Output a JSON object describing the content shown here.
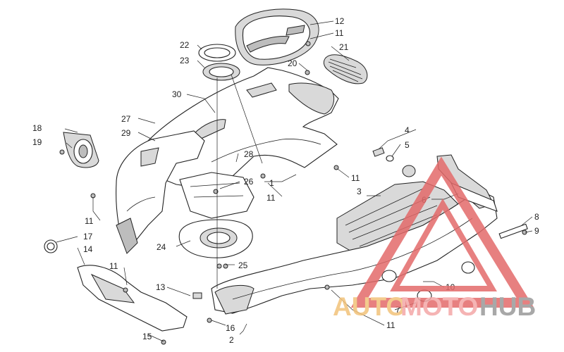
{
  "callouts": [
    {
      "id": "c1",
      "label": "1"
    },
    {
      "id": "c2",
      "label": "2"
    },
    {
      "id": "c3",
      "label": "3"
    },
    {
      "id": "c4",
      "label": "4"
    },
    {
      "id": "c5",
      "label": "5"
    },
    {
      "id": "c6",
      "label": "6"
    },
    {
      "id": "c7",
      "label": "7"
    },
    {
      "id": "c8",
      "label": "8"
    },
    {
      "id": "c9",
      "label": "9"
    },
    {
      "id": "c10",
      "label": "10"
    },
    {
      "id": "c11a",
      "label": "11"
    },
    {
      "id": "c11b",
      "label": "11"
    },
    {
      "id": "c11c",
      "label": "11"
    },
    {
      "id": "c11d",
      "label": "11"
    },
    {
      "id": "c11e",
      "label": "11"
    },
    {
      "id": "c11f",
      "label": "11"
    },
    {
      "id": "c12",
      "label": "12"
    },
    {
      "id": "c13",
      "label": "13"
    },
    {
      "id": "c14",
      "label": "14"
    },
    {
      "id": "c15",
      "label": "15"
    },
    {
      "id": "c16",
      "label": "16"
    },
    {
      "id": "c17",
      "label": "17"
    },
    {
      "id": "c18",
      "label": "18"
    },
    {
      "id": "c19",
      "label": "19"
    },
    {
      "id": "c20",
      "label": "20"
    },
    {
      "id": "c21",
      "label": "21"
    },
    {
      "id": "c22",
      "label": "22"
    },
    {
      "id": "c23",
      "label": "23"
    },
    {
      "id": "c24",
      "label": "24"
    },
    {
      "id": "c25",
      "label": "25"
    },
    {
      "id": "c26",
      "label": "26"
    },
    {
      "id": "c27",
      "label": "27"
    },
    {
      "id": "c28",
      "label": "28"
    },
    {
      "id": "c29",
      "label": "29"
    },
    {
      "id": "c30",
      "label": "30"
    }
  ],
  "watermark": {
    "part1": "AUTO",
    "part2": "MOTO",
    "part3": "HUB",
    "colors": {
      "auto": "#f2c27a",
      "moto": "#f4a8a8",
      "hub": "#9a9a9a",
      "triangle": "#e36a6a"
    }
  }
}
